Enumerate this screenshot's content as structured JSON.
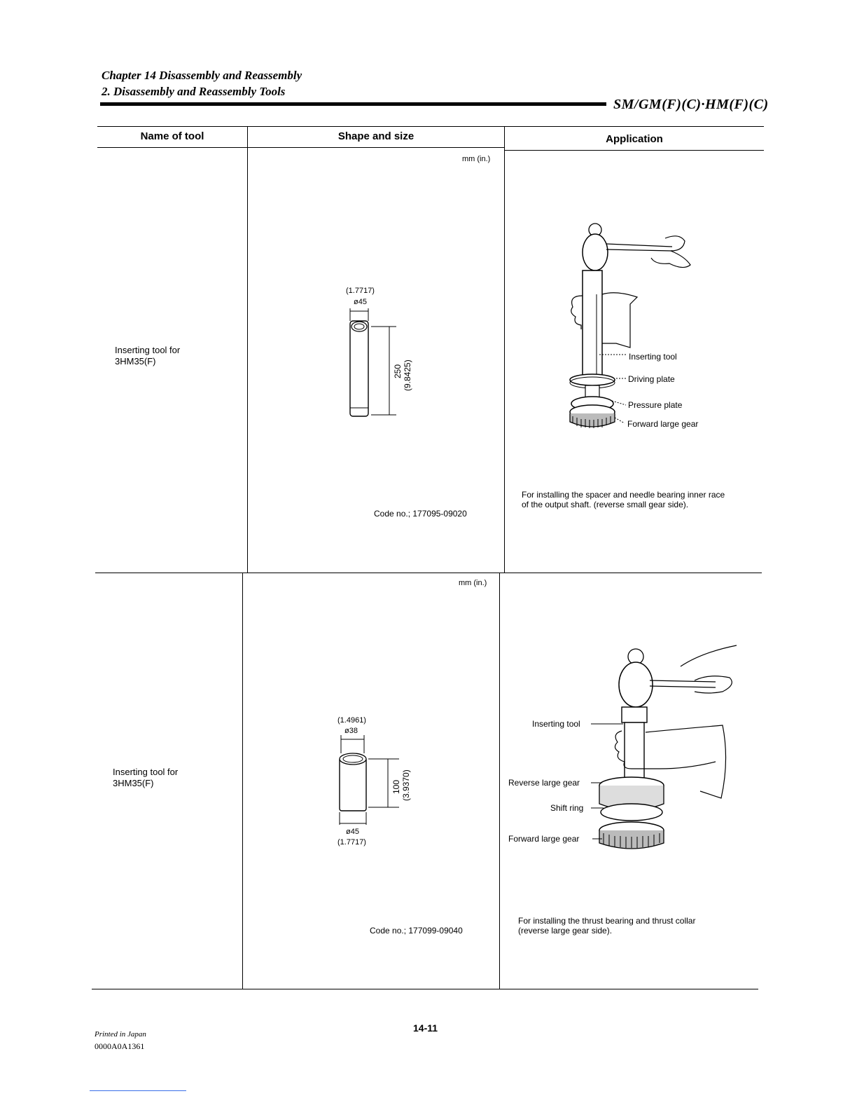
{
  "header": {
    "chapter": "Chapter 14 Disassembly and Reassembly",
    "section": "2. Disassembly and Reassembly Tools",
    "model": "SM/GM(F)(C)·HM(F)(C)"
  },
  "table": {
    "columns": [
      "Name of tool",
      "Shape and size",
      "Application"
    ],
    "rows": [
      {
        "tool_name": "Inserting tool for 3HM35(F)",
        "unit": "mm (in.)",
        "dims": {
          "dia_in": "(1.7717)",
          "dia_mm": "ø45",
          "len_mm": "250",
          "len_in": "(9.8425)"
        },
        "callouts": [
          "Inserting tool",
          "Driving plate",
          "Pressure plate",
          "Forward large gear"
        ],
        "code": "Code no.; 177095-09020",
        "application": "For installing the spacer and needle bearing inner race of the output shaft. (reverse small gear side)."
      },
      {
        "tool_name": "Inserting tool for 3HM35(F)",
        "unit": "mm (in.)",
        "dims": {
          "top_in": "(1.4961)",
          "top_mm": "ø38",
          "len_mm": "100",
          "len_in": "(3.9370)",
          "bot_mm": "ø45",
          "bot_in": "(1.7717)"
        },
        "callouts": [
          "Inserting tool",
          "Reverse large gear",
          "Shift ring",
          "Forward large gear"
        ],
        "code": "Code no.; 177099-09040",
        "application": "For installing the thrust bearing and thrust collar (reverse large gear side)."
      }
    ]
  },
  "footer": {
    "printed": "Printed in Japan",
    "doc_code": "0000A0A1361",
    "page": "14-11"
  }
}
